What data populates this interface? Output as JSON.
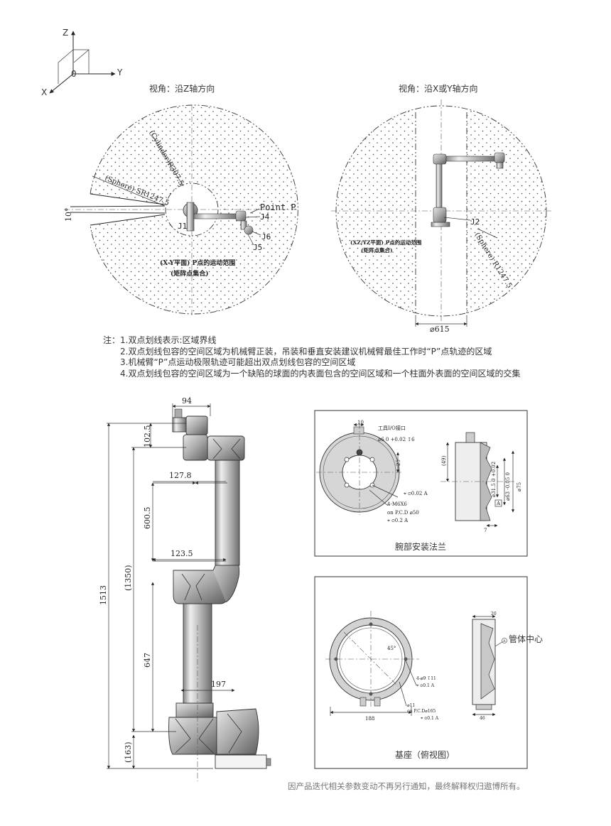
{
  "axes": {
    "z": "Z",
    "y": "Y",
    "x": "X",
    "origin": "0"
  },
  "views": {
    "left_title": "视角：沿Z轴方向",
    "right_title": "视角：沿X或Y轴方向"
  },
  "left_view": {
    "cylinder": "(Cylinder)R307.5",
    "sphere": "(Sphere) SR1247.5",
    "angle": "10°",
    "point_p": "Point P",
    "j1": "J1",
    "j4": "J4",
    "j5": "J5",
    "j6": "J6",
    "range_1": "(X-Y平面) P点的运动范围",
    "range_2": "(矩阵点集合)"
  },
  "right_view": {
    "range_1": "(XZ/YZ平面) P点的运动范围",
    "range_2": "(矩阵点集合)",
    "j2": "J2",
    "sphere": "(Sphere) R1247.5",
    "diameter": "⌀615"
  },
  "notes": {
    "prefix": "注：",
    "items": [
      "1.双点划线表示:区域界线",
      "2.双点划线包容的空间区域为机械臂正装，吊装和垂直安装建议机械臂最佳工作时“P”点轨迹的区域",
      "3.机械臂“P”点运动极限轨迹可能超出双点划线包容的空间区域",
      "4.双点划线包容的空间区域为一个缺陷的球面的内表面包含的空间区域和一个柱面外表面的空间区域的交集"
    ]
  },
  "arm_dims": {
    "d94": "94",
    "d102": "102.5",
    "d127": "127.8",
    "d600": "600.5",
    "d123": "123.5",
    "d1350": "(1350)",
    "d1513": "1513",
    "d647": "647",
    "d197": "197",
    "d163": "(163)"
  },
  "flange": {
    "title": "腕部安装法兰",
    "tool_io": "工具I/O接口",
    "d10": "10",
    "hole6": "⌀6 0 +0.02 ↧6",
    "d25": "25",
    "tol1": "⌖ ⌀0.02 A",
    "m6": "4-M6X6",
    "pcd": "on P.C.D ⌀50",
    "tol2": "⌖ ⌀0.2 A",
    "d49": "(49)",
    "d31": "⌀31.5 0 +0.02",
    "d63": "⌀63 -0.05 0",
    "d75": "⌀75",
    "d7": "7",
    "datum": "A"
  },
  "base": {
    "title": "基座（俯视图）",
    "angle": "45°",
    "holes": "4-⌀9 ↧11",
    "tol1": "⌖ ⌀0.1 A",
    "hole11": "⌀11",
    "pcd": "on P.C.D⌀165",
    "tol2": "⌖ ⌀0.1 A",
    "d188": "188",
    "d20": "20",
    "d46": "46",
    "pipe_center": "管体中心",
    "datum": "A"
  },
  "footer": "因产品迭代相关参数变动不再另行通知，最终解释权归遨博所有。"
}
